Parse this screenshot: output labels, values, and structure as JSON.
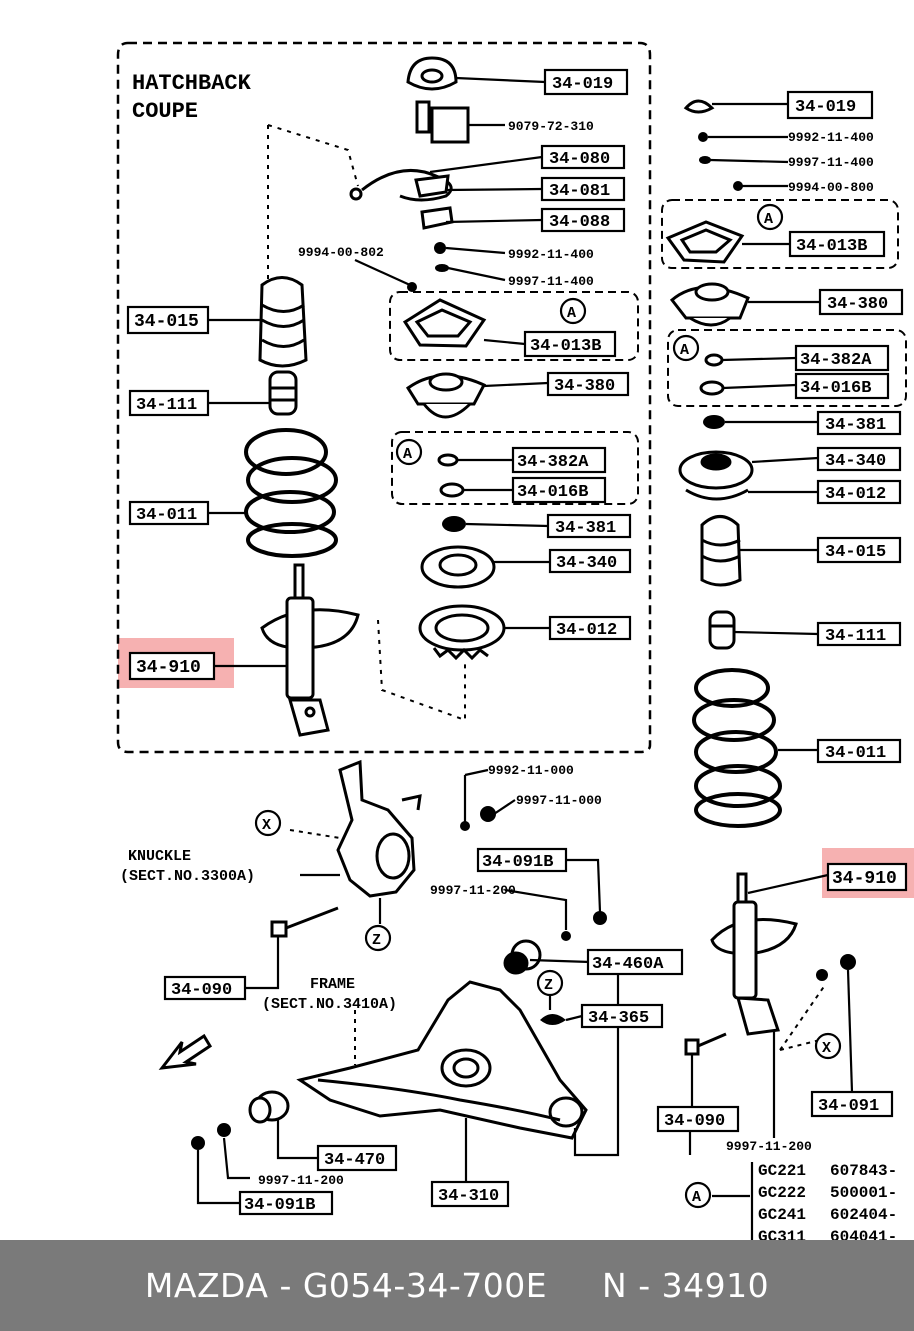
{
  "header": {
    "line1": "HATCHBACK",
    "line2": "COUPE"
  },
  "boxed_labels": {
    "lbl_34_019a": "34-019",
    "lbl_34_019b": "34-019",
    "lbl_34_080": "34-080",
    "lbl_34_081": "34-081",
    "lbl_34_088": "34-088",
    "lbl_34_013b_l": "34-013B",
    "lbl_34_013b_r": "34-013B",
    "lbl_34_380_l": "34-380",
    "lbl_34_380_r": "34-380",
    "lbl_34_382a_l": "34-382A",
    "lbl_34_382a_r": "34-382A",
    "lbl_34_016b_l": "34-016B",
    "lbl_34_016b_r": "34-016B",
    "lbl_34_381_l": "34-381",
    "lbl_34_381_r": "34-381",
    "lbl_34_340_l": "34-340",
    "lbl_34_340_r": "34-340",
    "lbl_34_012_l": "34-012",
    "lbl_34_012_r": "34-012",
    "lbl_34_015_l": "34-015",
    "lbl_34_015_r": "34-015",
    "lbl_34_111_l": "34-111",
    "lbl_34_111_r": "34-111",
    "lbl_34_011_l": "34-011",
    "lbl_34_011_r": "34-011",
    "lbl_34_910_l": "34-910",
    "lbl_34_910_r": "34-910",
    "lbl_34_091b_t": "34-091B",
    "lbl_34_091b_b": "34-091B",
    "lbl_34_460a": "34-460A",
    "lbl_34_365": "34-365",
    "lbl_34_090_l": "34-090",
    "lbl_34_090_r": "34-090",
    "lbl_34_091": "34-091",
    "lbl_34_470": "34-470",
    "lbl_34_310": "34-310"
  },
  "plain_labels": {
    "p_9079": "9079-72-310",
    "p_9992_a": "9992-11-400",
    "p_9997_a": "9997-11-400",
    "p_9994_a": "9994-00-802",
    "p_9992_r": "9992-11-400",
    "p_9997_r": "9997-11-400",
    "p_9994_r": "9994-00-800",
    "p_9992_k": "9992-11-000",
    "p_9997_k": "9997-11-000",
    "p_9997_m": "9997-11-200",
    "p_9997_b": "9997-11-200",
    "p_9997_br": "9997-11-200",
    "knuckle1": "KNUCKLE",
    "knuckle2": "(SECT.NO.3300A)",
    "frame1": "FRAME",
    "frame2": "(SECT.NO.3410A)"
  },
  "circle_letters": {
    "a1": "A",
    "a2": "A",
    "a3": "A",
    "a4": "A",
    "a5": "A",
    "x1": "X",
    "x2": "X",
    "z1": "Z",
    "z2": "Z"
  },
  "table_rows": [
    {
      "model": "GC221",
      "serial": "607843-"
    },
    {
      "model": "GC222",
      "serial": "500001-"
    },
    {
      "model": "GC241",
      "serial": "602404-"
    },
    {
      "model": "GC311",
      "serial": "604041-"
    }
  ],
  "footer": {
    "brand": "MAZDA",
    "part_number": "G054-34-700E",
    "ref": "N - 34910"
  },
  "colors": {
    "highlight": "#f4a3a3",
    "footer_bg": "#7a7a7a"
  }
}
